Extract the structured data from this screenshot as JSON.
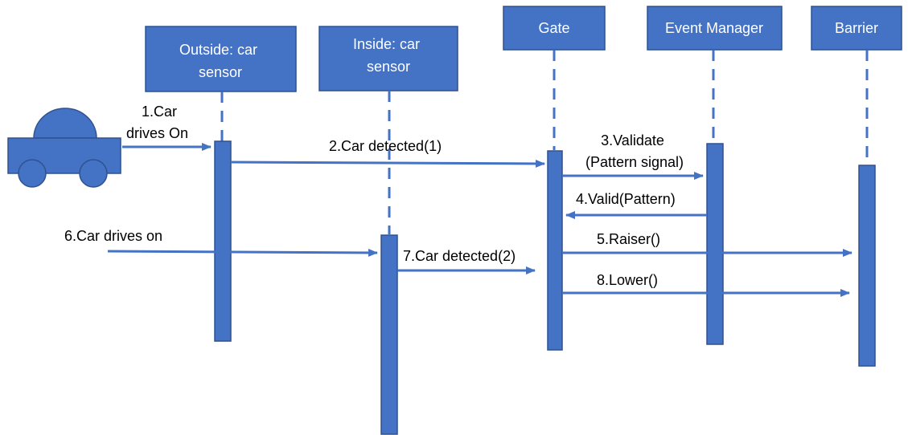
{
  "colors": {
    "box": "#4472C4",
    "box_border": "#2F528F",
    "line": "#4472C4",
    "text": "#000000",
    "box_text": "#FFFFFF"
  },
  "lifelines": [
    {
      "id": "outside",
      "label_lines": [
        "Outside: car",
        "sensor"
      ]
    },
    {
      "id": "inside",
      "label_lines": [
        "Inside: car",
        "sensor"
      ]
    },
    {
      "id": "gate",
      "label_lines": [
        "Gate"
      ]
    },
    {
      "id": "event_manager",
      "label_lines": [
        "Event Manager"
      ]
    },
    {
      "id": "barrier",
      "label_lines": [
        "Barrier"
      ]
    }
  ],
  "actor": {
    "name": "car",
    "icon": "car-icon"
  },
  "messages": [
    {
      "id": "m1",
      "label_lines": [
        "1.Car",
        "drives On"
      ]
    },
    {
      "id": "m2",
      "label_lines": [
        "2.Car detected(1)"
      ]
    },
    {
      "id": "m3",
      "label_lines": [
        "3.Validate",
        "(Pattern signal)"
      ]
    },
    {
      "id": "m4",
      "label_lines": [
        "4.Valid(Pattern)"
      ]
    },
    {
      "id": "m5",
      "label_lines": [
        "5.Raiser()"
      ]
    },
    {
      "id": "m6",
      "label_lines": [
        "6.Car drives on"
      ]
    },
    {
      "id": "m7",
      "label_lines": [
        "7.Car detected(2)"
      ]
    },
    {
      "id": "m8",
      "label_lines": [
        "8.Lower()"
      ]
    }
  ]
}
